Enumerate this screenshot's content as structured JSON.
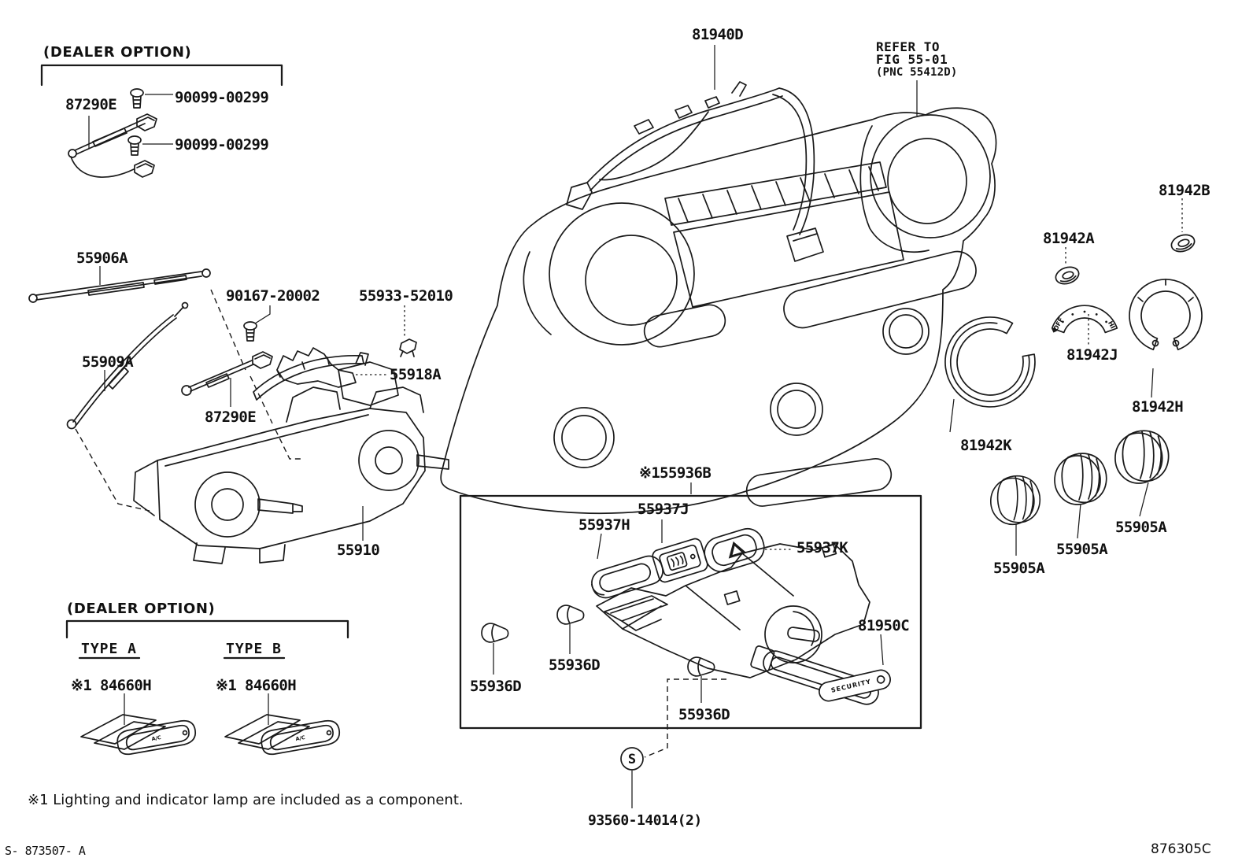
{
  "colors": {
    "ink": "#1a1a1a",
    "paper": "#ffffff"
  },
  "header": {
    "dealer_option_top": "(DEALER OPTION)",
    "dealer_option_bottom": "(DEALER OPTION)",
    "type_a": "TYPE A",
    "type_b": "TYPE B"
  },
  "ref_note": {
    "line1": "REFER TO",
    "line2": "FIG 55-01",
    "line3": "(PNC 55412D)"
  },
  "part_labels": {
    "n90099_1": "90099-00299",
    "n90099_2": "90099-00299",
    "n87290e_1": "87290E",
    "n87290e_2": "87290E",
    "n55906a": "55906A",
    "n55909a": "55909A",
    "n90167": "90167-20002",
    "n55933": "55933-52010",
    "n55918a": "55918A",
    "n55910": "55910",
    "n84660h_a": "※1 84660H",
    "n84660h_b": "※1 84660H",
    "n81940d": "81940D",
    "n81942a": "81942A",
    "n81942b": "81942B",
    "n81942j": "81942J",
    "n81942h": "81942H",
    "n81942k": "81942K",
    "n55905a_1": "55905A",
    "n55905a_2": "55905A",
    "n55905a_3": "55905A",
    "n55936b": "※155936B",
    "n55937h": "55937H",
    "n55937j": "55937J",
    "n55937k": "55937K",
    "n55936d_1": "55936D",
    "n55936d_2": "55936D",
    "n55936d_3": "55936D",
    "n81950c": "81950C",
    "n93560": "93560-14014(2)"
  },
  "part_markings": {
    "ac_a": "A/C",
    "ac_b": "A/C",
    "security": "SECURITY",
    "dial_off": "OFF",
    "dial_hi": "HI",
    "screw_symbol": "S"
  },
  "footer": {
    "footnote": "※1 Lighting and indicator lamp are included as a component.",
    "doc_code": "S- 873507- A",
    "figure_code": "876305C"
  }
}
